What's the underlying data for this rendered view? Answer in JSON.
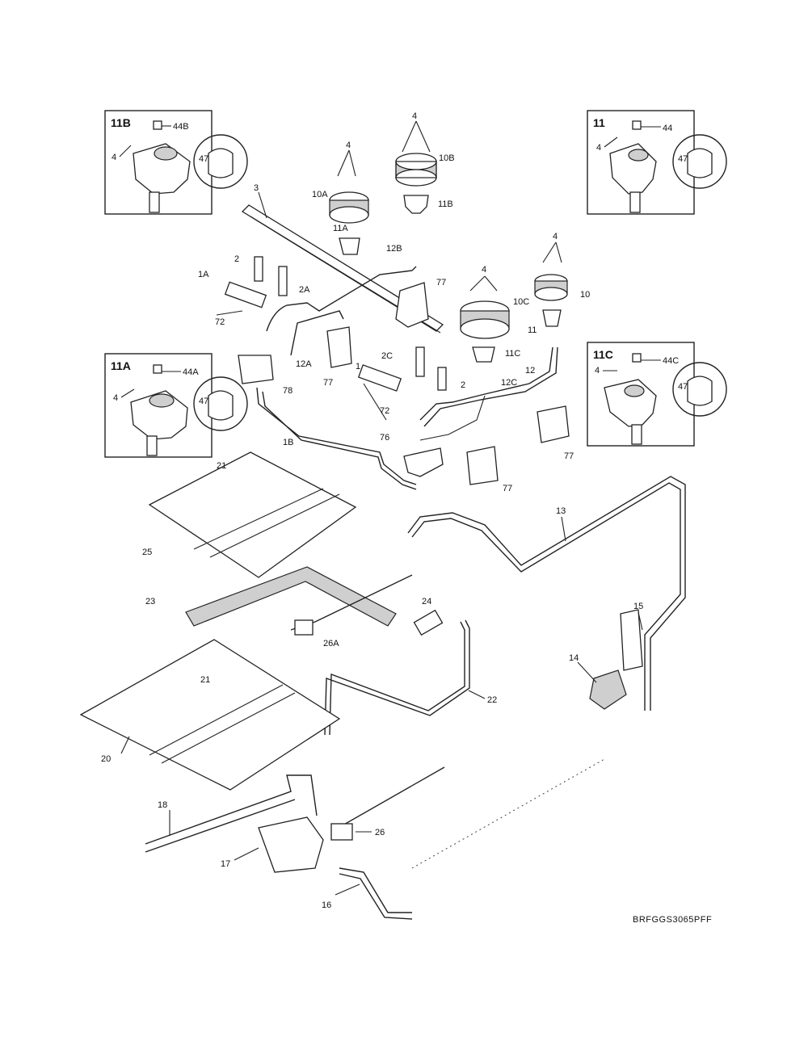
{
  "drawing_code": "BRFGGS3065PFF",
  "insets": {
    "top_left": {
      "title": "11B",
      "screw": "44B",
      "cap": "47",
      "screw_small": "4"
    },
    "top_right": {
      "title": "11",
      "screw": "44",
      "cap": "47",
      "screw_small": "4"
    },
    "mid_left": {
      "title": "11A",
      "screw": "44A",
      "cap": "47",
      "screw_small": "4"
    },
    "mid_right": {
      "title": "11C",
      "screw": "44C",
      "cap": "47",
      "screw_small": "4"
    }
  },
  "callouts": {
    "c4_top_center": "4",
    "c10B": "10B",
    "c11B": "11B",
    "c4_left_center": "4",
    "c10A": "10A",
    "c11A": "11A",
    "c3": "3",
    "c12B": "12B",
    "c2_left": "2",
    "c1A": "1A",
    "c2A": "2A",
    "c72_left": "72",
    "c77_top": "77",
    "c4_mid_center": "4",
    "c10C": "10C",
    "c4_right": "4",
    "c10": "10",
    "c11": "11",
    "c11C": "11C",
    "c12A": "12A",
    "c78": "78",
    "c77_mid": "77",
    "c1": "1",
    "c2C": "2C",
    "c2_right": "2",
    "c72_right": "72",
    "c12C": "12C",
    "c12": "12",
    "c77_right": "77",
    "c1B": "1B",
    "c76": "76",
    "c77_bottom": "77",
    "c21_top": "21",
    "c25": "25",
    "c13": "13",
    "c23": "23",
    "c24": "24",
    "c26A": "26A",
    "c15": "15",
    "c14": "14",
    "c21_bottom": "21",
    "c22": "22",
    "c20": "20",
    "c18": "18",
    "c26": "26",
    "c17": "17",
    "c16": "16"
  }
}
